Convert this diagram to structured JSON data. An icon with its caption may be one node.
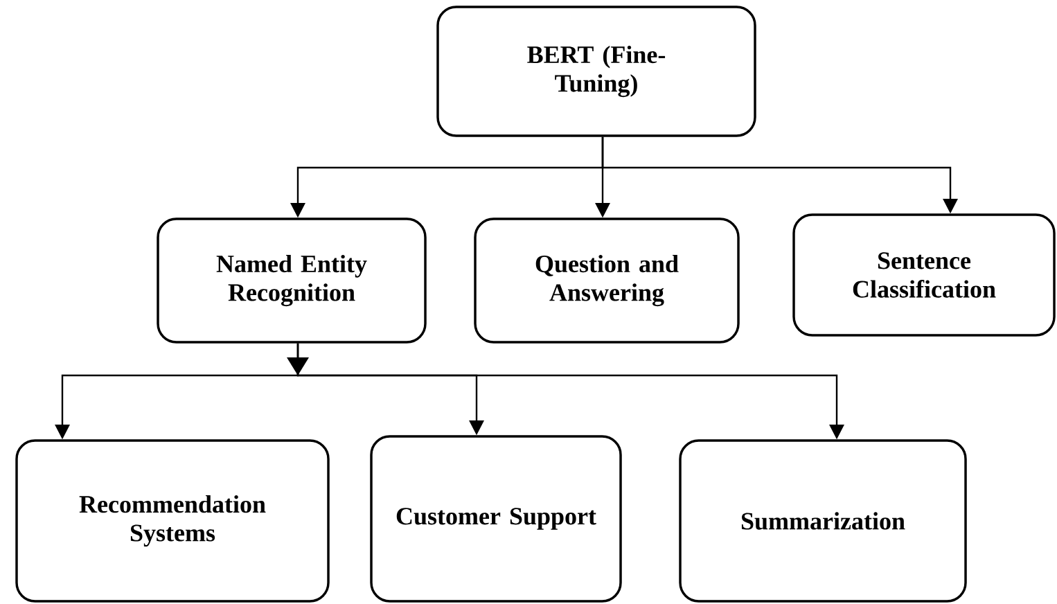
{
  "diagram": {
    "nodes": [
      {
        "text": [
          "BERT (Fine-Tuning)"
        ]
      },
      {
        "text": [
          "Named Entity Recognition"
        ]
      },
      {
        "text": [
          "Question and Answering"
        ]
      },
      {
        "text": [
          "Sentence Classification"
        ]
      },
      {
        "text": [
          "Recommendation Systems"
        ]
      },
      {
        "text": [
          "Customer Support"
        ]
      },
      {
        "text": [
          "Summarization"
        ]
      }
    ],
    "edges": [
      {
        "from": 0,
        "to": 1,
        "arrow": "to"
      },
      {
        "from": 0,
        "to": 2,
        "arrow": "to"
      },
      {
        "from": 0,
        "to": 3,
        "arrow": "to"
      },
      {
        "from": 1,
        "to": 4,
        "arrow": "to"
      },
      {
        "from": 1,
        "to": 5,
        "arrow": "to"
      },
      {
        "from": 1,
        "to": 6,
        "arrow": "to"
      }
    ]
  }
}
